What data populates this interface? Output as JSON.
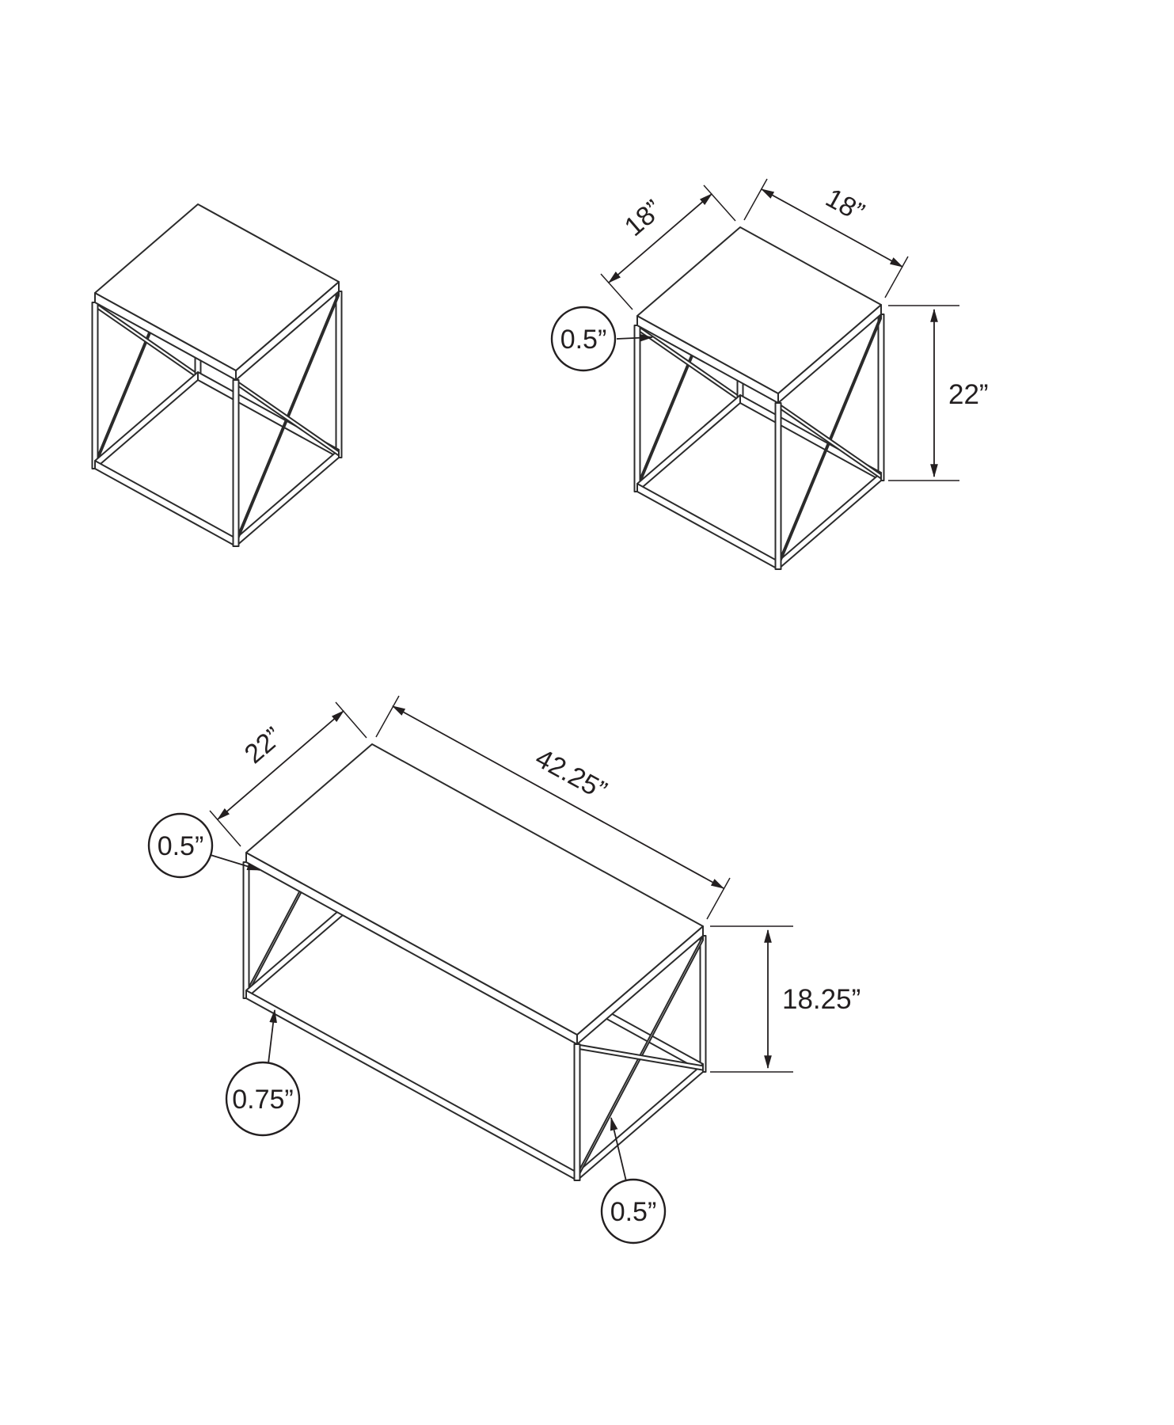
{
  "page": {
    "background": "#ffffff",
    "line_color": "#231f20"
  },
  "end_table": {
    "depth_label": "18”",
    "width_label": "18”",
    "height_label": "22”",
    "top_thickness_label": "0.5”"
  },
  "coffee_table": {
    "depth_label": "22”",
    "width_label": "42.25”",
    "height_label": "18.25”",
    "top_thickness_label": "0.5”",
    "frame_thickness_label": "0.75”",
    "brace_thickness_label": "0.5”"
  }
}
